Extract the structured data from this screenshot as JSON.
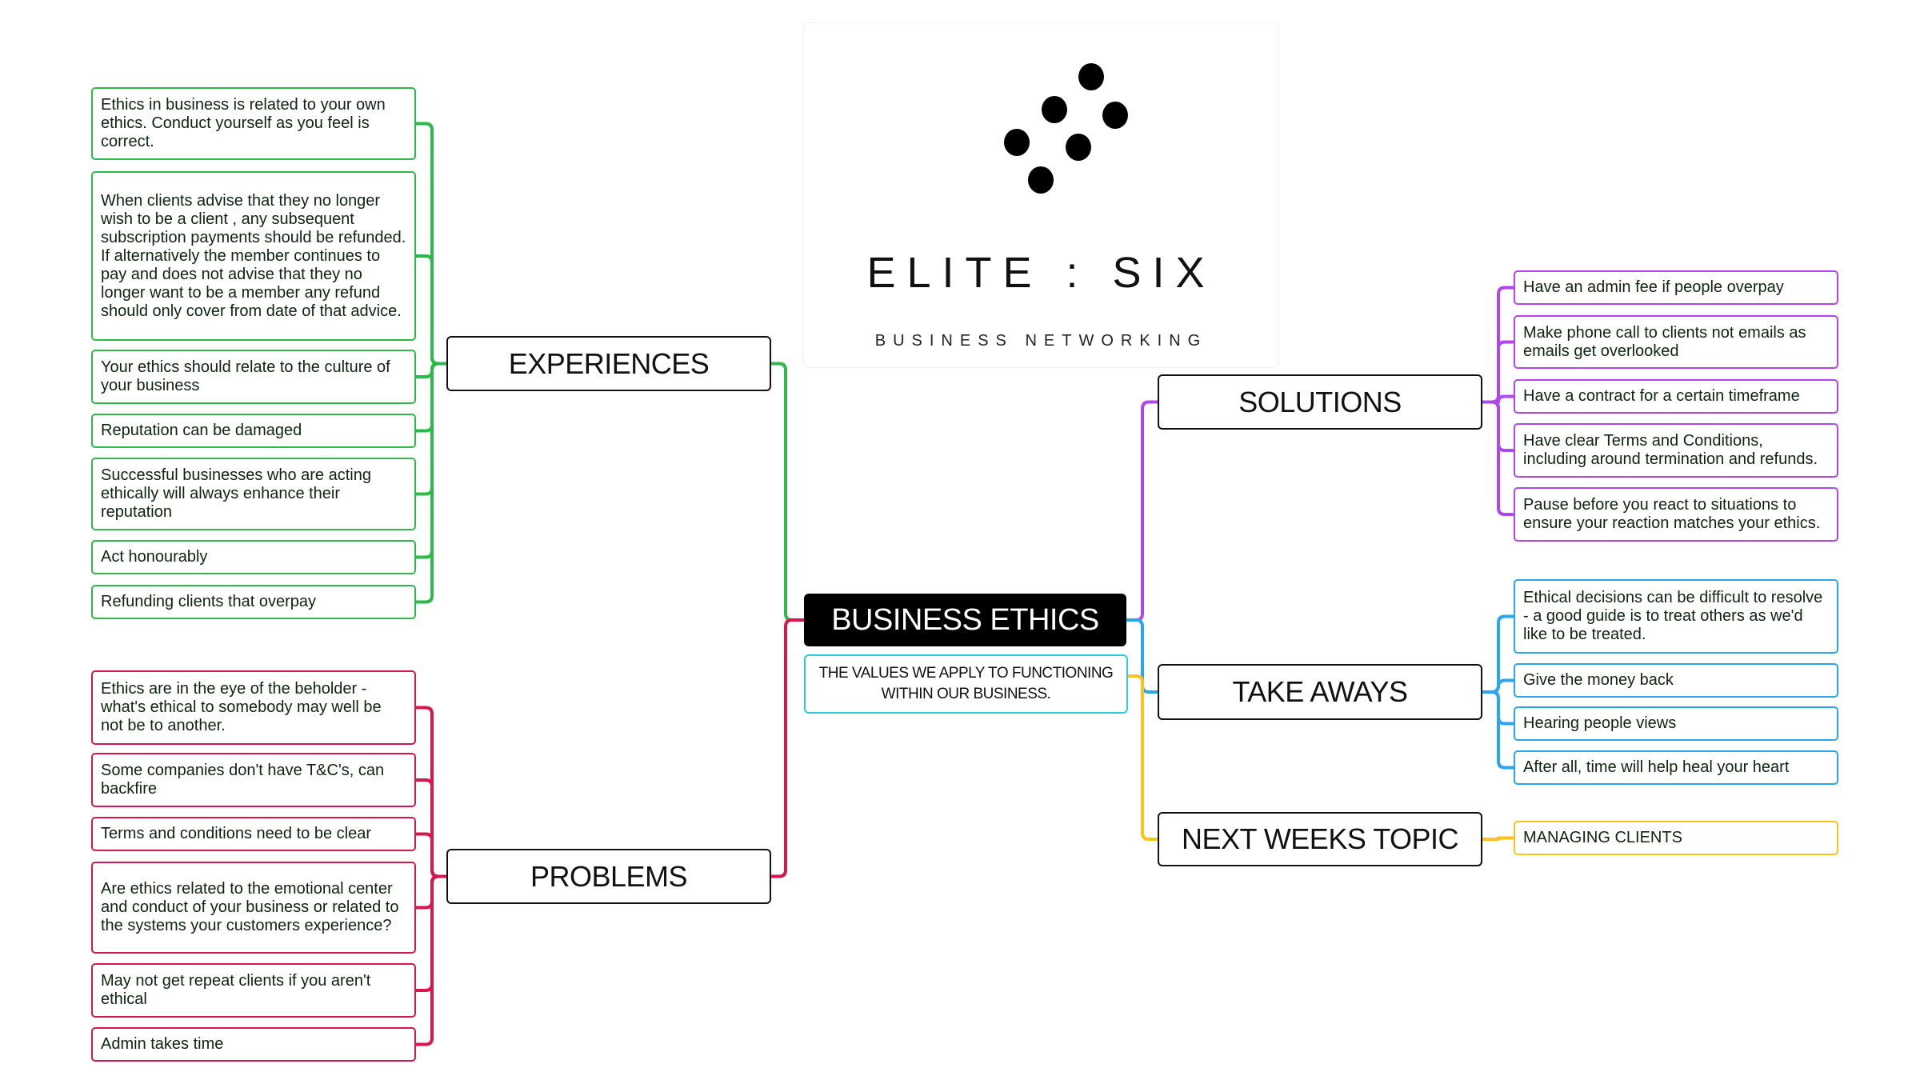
{
  "logo": {
    "title": "ELITE : SIX",
    "subtitle": "BUSINESS NETWORKING"
  },
  "center": {
    "title": "BUSINESS ETHICS",
    "subtitle": "THE VALUES WE APPLY TO FUNCTIONING WITHIN OUR BUSINESS."
  },
  "colors": {
    "experiences": "#2fb84a",
    "problems": "#d6174e",
    "solutions": "#b246ee",
    "take_aways": "#2aa6ef",
    "next_weeks": "#ffc21a"
  },
  "experiences": {
    "title": "EXPERIENCES",
    "items": [
      "Ethics in business is related to your own ethics. Conduct yourself as you feel is correct.",
      "When clients advise that they no longer wish to be a client , any subsequent subscription payments should be refunded. If alternatively the member continues to pay and does not advise that they no longer want to be a member any refund should only cover from date of that advice.",
      "Your ethics should relate to the culture of your business",
      "Reputation can be damaged",
      "Successful  businesses who are acting ethically will always enhance their reputation",
      "Act honourably",
      "Refunding clients that overpay"
    ]
  },
  "problems": {
    "title": "PROBLEMS",
    "items": [
      "Ethics are in the eye of the beholder - what's ethical to somebody may well be not be to another.",
      "Some companies don't have T&C's, can backfire",
      "Terms and conditions need to be clear",
      "Are ethics related to the emotional center and conduct of your business or related to the systems your customers experience?",
      "May not get repeat clients if you aren't ethical",
      "Admin takes time"
    ]
  },
  "solutions": {
    "title": "SOLUTIONS",
    "items": [
      "Have an admin fee if people overpay",
      "Make phone call to clients not emails as emails get overlooked",
      "Have a contract for a certain timeframe",
      "Have clear Terms and Conditions, including around termination and refunds.",
      "Pause before you react to situations to ensure your reaction matches your ethics."
    ]
  },
  "take_aways": {
    "title": "TAKE AWAYS",
    "items": [
      "Ethical decisions can be difficult to resolve - a good guide is to treat others as we'd like to be treated.",
      "Give the money back",
      "Hearing people views",
      "After all, time will help heal your heart"
    ]
  },
  "next_weeks": {
    "title": "NEXT WEEKS TOPIC",
    "items": [
      "MANAGING CLIENTS"
    ]
  }
}
